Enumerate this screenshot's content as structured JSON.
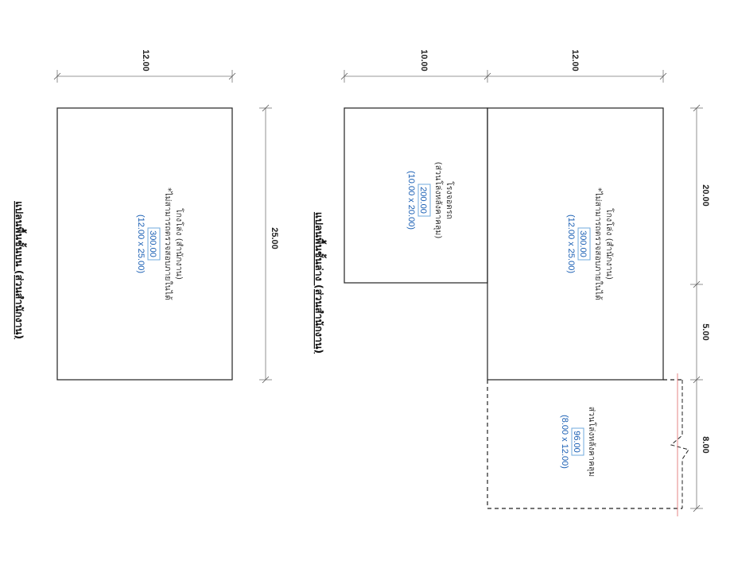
{
  "dimensions": {
    "right_top_12": "12.00",
    "right_top_10": "10.00",
    "right_side_20": "20.00",
    "right_side_5": "5.00",
    "right_side_8": "8.00",
    "left_top_12": "12.00",
    "left_side_25": "25.00"
  },
  "rooms": {
    "lower_warehouse": {
      "name": "โกงโล่ง (สำนักงาน)",
      "note": "*ไม่สามารถตรวจสอบภายในได้",
      "area": "300.00",
      "size": "(12.00 x 25.00)"
    },
    "garage": {
      "name": "โรงจอดรถ",
      "note": "(ส่วนโล่งหลังคาคลุม)",
      "area": "200.00",
      "size": "(10.00 x 20.00)"
    },
    "covered_area": {
      "name": "ส่วนโล่งหลังคาคลุม",
      "area": "96.00",
      "size": "(8.00 x 12.00)"
    },
    "upper_warehouse": {
      "name": "โกงโล่ง (สำนักงาน)",
      "note": "*ไม่สามารถตรวจสอบภายในได้",
      "area": "300.00",
      "size": "(12.00 x 25.00)"
    }
  },
  "titles": {
    "lower_floor": "แปลนพื้นชั้นล่าง  (ส่วนสำนักงาน)",
    "upper_floor": "แปลนพื้นชั้นบน (ส่วนสำนักงาน)"
  },
  "colors": {
    "line": "#222222",
    "label_blue": "#1a5fb4",
    "box_border": "#6fa8dc",
    "marker_red": "#e06666"
  }
}
